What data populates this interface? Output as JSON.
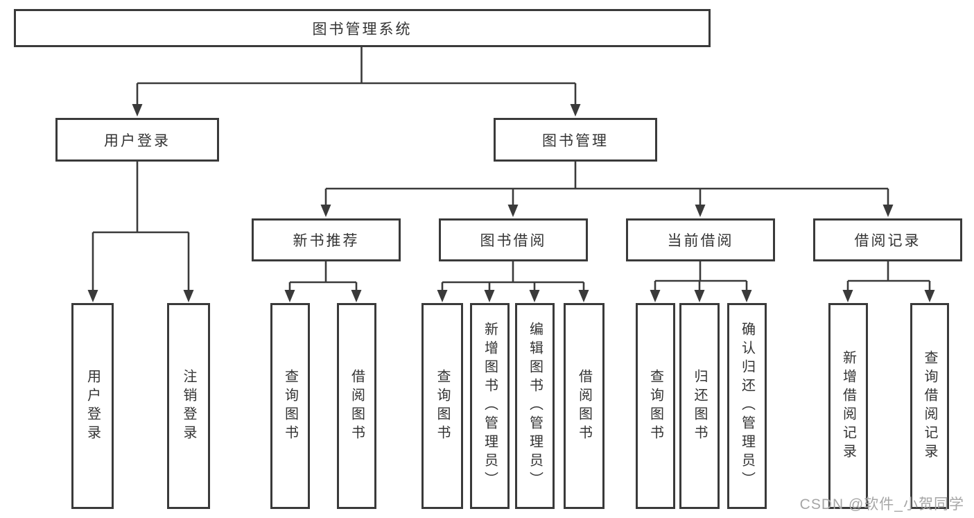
{
  "diagram_title": "图书管理系统",
  "tree": {
    "label": "图书管理系统",
    "children": [
      {
        "label": "用户登录",
        "children": [
          {
            "label": "用户登录"
          },
          {
            "label": "注销登录"
          }
        ]
      },
      {
        "label": "图书管理",
        "children": [
          {
            "label": "新书推荐",
            "children": [
              {
                "label": "查询图书"
              },
              {
                "label": "借阅图书"
              }
            ]
          },
          {
            "label": "图书借阅",
            "children": [
              {
                "label": "查询图书"
              },
              {
                "label": "新增图书（管理员）"
              },
              {
                "label": "编辑图书（管理员）"
              },
              {
                "label": "借阅图书"
              }
            ]
          },
          {
            "label": "当前借阅",
            "children": [
              {
                "label": "查询图书"
              },
              {
                "label": "归还图书"
              },
              {
                "label": "确认归还（管理员）"
              }
            ]
          },
          {
            "label": "借阅记录",
            "children": [
              {
                "label": "新增借阅记录"
              },
              {
                "label": "查询借阅记录"
              }
            ]
          }
        ]
      }
    ]
  },
  "watermark": {
    "text": "CSDN @软件_小贺同学"
  },
  "colors": {
    "line": "#3a3a3a",
    "text": "#333333",
    "watermark": "#a6a6a6",
    "background": "#ffffff"
  }
}
